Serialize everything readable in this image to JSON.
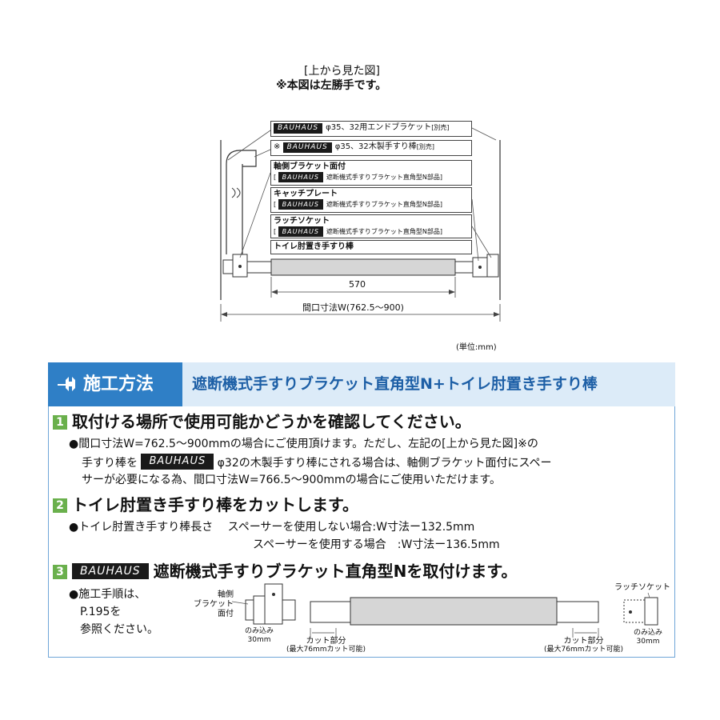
{
  "top_diagram": {
    "heading": "[上から見た図]",
    "note": "※本図は左勝手です。",
    "labels": [
      {
        "prefix": "",
        "brand": "BAUHAUS",
        "text": "φ35、32用エンドブラケット",
        "suffix": "[別売]"
      },
      {
        "prefix": "※",
        "brand": "BAUHAUS",
        "text": "φ35、32木製手すり棒",
        "suffix": "[別売]"
      },
      {
        "line1": "軸側ブラケット面付",
        "brand": "BAUHAUS",
        "line2": "遮断機式手すりブラケット直角型N部品"
      },
      {
        "line1": "キャッチプレート",
        "brand": "BAUHAUS",
        "line2": "遮断機式手すりブラケット直角型N部品"
      },
      {
        "line1": "ラッチソケット",
        "brand": "BAUHAUS",
        "line2": "遮断機式手すりブラケット直角型N部品"
      },
      {
        "line1": "トイレ肘置き手すり棒"
      }
    ],
    "dim_570": "570",
    "dim_w": "間口寸法W(762.5〜900)",
    "unit": "(単位:mm)"
  },
  "section": {
    "head_left": "施工方法",
    "head_right": "遮断機式手すりブラケット直角型N+トイレ肘置き手すり棒",
    "step1": {
      "num": "1",
      "title": "取付ける場所で使用可能かどうかを確認してください。",
      "line1": "●間口寸法W=762.5〜900mmの場合にご使用頂けます。ただし、左記の[上から見た図]※の",
      "line2a": "手すり棒を",
      "brand": "BAUHAUS",
      "line2b": "φ32の木製手すり棒にされる場合は、軸側ブラケット面付にスペー",
      "line3": "サーが必要になる為、間口寸法W=766.5〜900mmの場合にご使用いただけます。"
    },
    "step2": {
      "num": "2",
      "title": "トイレ肘置き手すり棒をカットします。",
      "line1a": "●トイレ肘置き手すり棒長さ",
      "line1b": "スペーサーを使用しない場合:W寸法ー132.5mm",
      "line2": "スペーサーを使用する場合　:W寸法ー136.5mm"
    },
    "step3": {
      "num": "3",
      "brand": "BAUHAUS",
      "title": "遮断機式手すりブラケット直角型Nを取付けます。",
      "proc1": "●施工手順は、",
      "proc2": "P.195を",
      "proc3": "参照ください。",
      "lbl_bracket1": "軸側",
      "lbl_bracket2": "ブラケット",
      "lbl_bracket3": "面付",
      "lbl_latch": "ラッチソケット",
      "lbl_nomi1": "のみ込み",
      "lbl_nomi2": "30mm",
      "lbl_cut": "カット部分",
      "lbl_cut_max": "(最大76mmカット可能)"
    }
  }
}
